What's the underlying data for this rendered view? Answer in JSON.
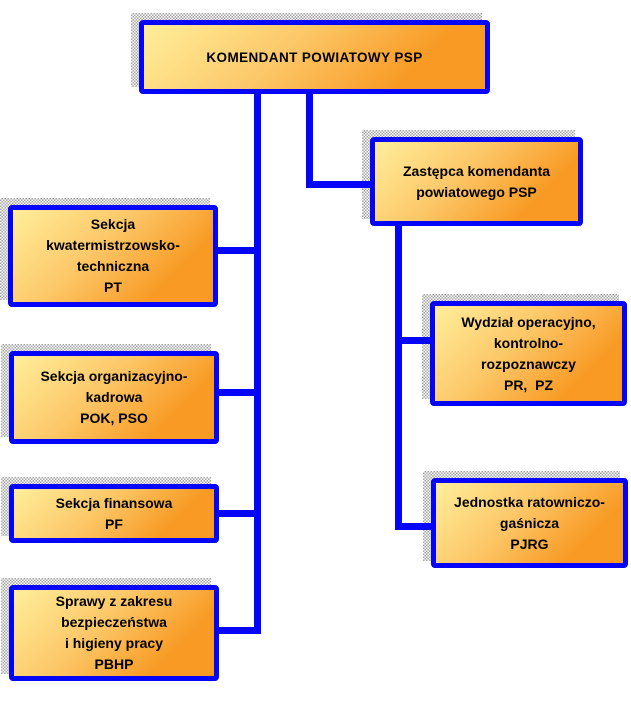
{
  "colors": {
    "box_border_blue": "#0404F8",
    "connector_blue": "#0404F8",
    "box_gradient_light": "#FFEE9C",
    "box_gradient_dark": "#F89A24",
    "shadow_gray": "#A6A6A6",
    "text": "#000000",
    "background": "#FFFFFF"
  },
  "chart_data": {
    "type": "org-chart",
    "title": "KOMENDANT POWIATOWY PSP",
    "nodes": [
      {
        "id": "komendant",
        "label": "KOMENDANT POWIATOWY PSP",
        "parent": null
      },
      {
        "id": "zastepca",
        "label": "Zastępca komendanta powiatowego PSP",
        "parent": "komendant"
      },
      {
        "id": "sekcja-kwatermistrzowsko-techniczna",
        "label": "Sekcja kwatermistrzowsko-techniczna PT",
        "parent": "komendant"
      },
      {
        "id": "sekcja-organizacyjno-kadrowa",
        "label": "Sekcja organizacyjno-kadrowa POK, PSO",
        "parent": "komendant"
      },
      {
        "id": "sekcja-finansowa",
        "label": "Sekcja finansowa PF",
        "parent": "komendant"
      },
      {
        "id": "sprawy-bhp",
        "label": "Sprawy z zakresu bezpieczeństwa i higieny pracy PBHP",
        "parent": "komendant"
      },
      {
        "id": "wydzial-operacyjno-kontrolno-rozpoznawczy",
        "label": "Wydział operacyjno, kontrolno-rozpoznawczy PR, PZ",
        "parent": "zastepca"
      },
      {
        "id": "jednostka-ratowniczo-gasnicza",
        "label": "Jednostka ratowniczo-gaśnicza PJRG",
        "parent": "zastepca"
      }
    ]
  },
  "boxes": [
    {
      "id": "komendant",
      "label": "KOMENDANT POWIATOWY PSP"
    },
    {
      "id": "zastepca",
      "label": "Zastępca komendanta\npowiatowego PSP"
    },
    {
      "id": "sekcja-kwatermistrzowsko-techniczna",
      "label": "Sekcja\nkwatermistrzowsko-\ntechniczna\nPT"
    },
    {
      "id": "sekcja-organizacyjno-kadrowa",
      "label": "Sekcja organizacyjno-\nkadrowa\nPOK, PSO"
    },
    {
      "id": "sekcja-finansowa",
      "label": "Sekcja finansowa\nPF"
    },
    {
      "id": "sprawy-bhp",
      "label": "Sprawy z zakresu\nbezpieczeństwa\ni higieny pracy\nPBHP"
    },
    {
      "id": "wydzial-operacyjno-kontrolno-rozpoznawczy",
      "label": "Wydział operacyjno,\nkontrolno-\nrozpoznawczy\nPR,  PZ"
    },
    {
      "id": "jednostka-ratowniczo-gasnicza",
      "label": "Jednostka ratowniczo-\ngaśnicza\nPJRG"
    }
  ]
}
